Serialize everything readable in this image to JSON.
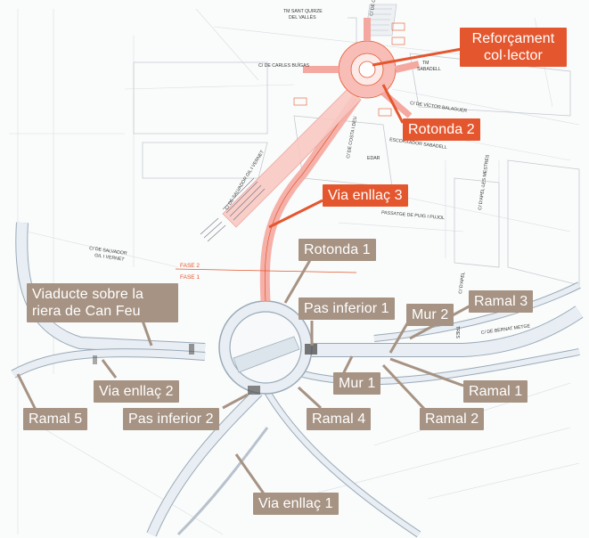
{
  "map": {
    "colors": {
      "road_fill": "#e8eef3",
      "road_edge": "#9aaab8",
      "red_highlight": "#f4a8a0",
      "red_accent": "#e4572e",
      "callout_red": "#e4572e",
      "callout_brown": "#a69383",
      "leader_brown": "#a69383",
      "leader_red": "#e4572e"
    },
    "callouts": {
      "reforcament_collector": "Reforçament col·lector",
      "rotonda_2": "Rotonda 2",
      "via_enllac_3": "Via enllaç 3",
      "rotonda_1": "Rotonda 1",
      "viaducte": "Viaducte sobre la riera de Can Feu",
      "pas_inferior_1": "Pas inferior 1",
      "mur_2": "Mur 2",
      "ramal_3": "Ramal 3",
      "via_enllac_2": "Via enllaç 2",
      "mur_1": "Mur 1",
      "ramal_1": "Ramal 1",
      "ramal_5": "Ramal 5",
      "pas_inferior_2": "Pas inferior 2",
      "ramal_4": "Ramal 4",
      "ramal_2": "Ramal 2",
      "via_enllac_1": "Via enllaç 1"
    },
    "street_labels": {
      "tm_sant_quirze": "TM SANT QUIRZE",
      "del_valles": "DEL VALLÈS",
      "c_de_costa_i_deu_top": "C/ DE COSTA I DEU",
      "tm_sabadell_1": "TM",
      "tm_sabadell_2": "SABADELL",
      "c_de_carles_buigas": "C/ DE CARLES BUÏGAS",
      "c_de_victor_balaguer": "C/ DE VÍCTOR BALAGUER",
      "c_de_costa_i_deu": "C/ DE COSTA I DEU",
      "escorxador_sabadell": "ESCORXADOR SABADELL",
      "edar": "EDAR",
      "c_de_salvador_gil_vernet": "C/ DE SALVADOR GIL I VERNET",
      "c_de_salvador_left_1": "C/ DE SALVADOR",
      "c_de_salvador_left_2": "GIL I VERNET",
      "c_d_aplles_mestres": "C/ D'APEL·LES MESTRES",
      "passatge_puig_i_pujol": "PASSATGE DE PUIG I PUJOL",
      "c_de_bernat_metge": "C/ DE BERNAT METGE",
      "c_d_apel_right": "C/ D'APEL",
      "tres": "TRES"
    },
    "phase_labels": {
      "fase_2": "FASE 2",
      "fase_1": "FASE 1"
    }
  }
}
